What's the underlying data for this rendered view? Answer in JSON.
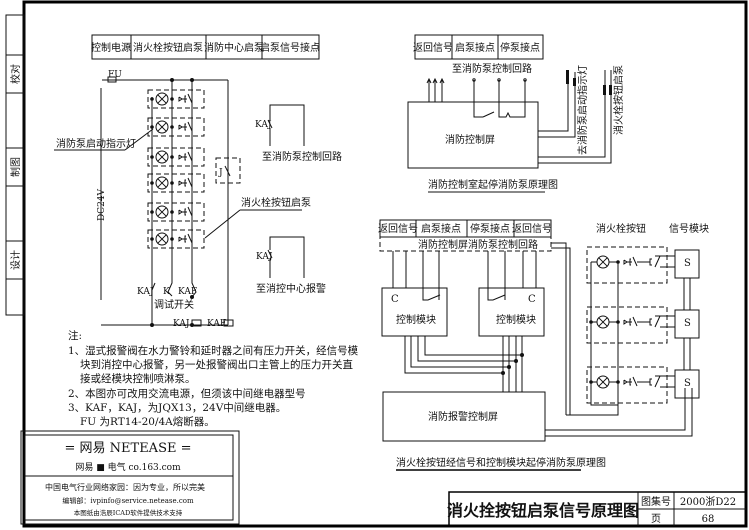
{
  "sidebar": {
    "labels": [
      "校对",
      "制图",
      "设计"
    ]
  },
  "left_diagram": {
    "header_cells": [
      "控制电源",
      "消火栓按钮启泵",
      "消防中心启泵",
      "启泵信号接点"
    ],
    "fuse_label": "FU",
    "voltage_label": "DC24V",
    "indicator_label": "消防泵启动指示灯",
    "button_label": "消火栓按钮启泵",
    "relay_j_label": "J",
    "kaj_contact_1": "KAJ",
    "to_pump_circuit": "至消防泵控制回路",
    "kaj_contact_2": "KAJ",
    "to_center_alarm": "至消控中心报警",
    "bottom_contacts": {
      "kaj": "KAJ",
      "k": "K",
      "kaf": "KAF"
    },
    "test_switch": "调试开关",
    "coil_kaj": "KAJ",
    "coil_kaf": "KAF",
    "button_rows": 6
  },
  "notes": {
    "heading": "注:",
    "lines": [
      "1、湿式报警阀在水力警铃和延时器之间有压力开关，经信号模",
      "   块到消控中心报警，另一处报警阀出口主管上的压力开关直",
      "   接或经模块控制喷淋泵。",
      "2、本图亦可改用交流电源，但须该中间继电器型号",
      "3、KAF，KAJ，为JQX13，24V中间继电器。",
      "   FU 为RT14-20/4A熔断器。"
    ]
  },
  "netease_box": {
    "title": "= 网易   NETEASE =",
    "subtitle": "网易 ■ 电气    co.163.com",
    "line1": "中国电气行业网络家园：因为专业，所以完美",
    "line2": "编辑部：ivpinfo@service.netease.com",
    "line3": "本图纸由浩辰ICAD软件提供技术支持"
  },
  "top_right_diagram": {
    "header_cells": [
      "返回信号",
      "启泵接点",
      "停泵接点"
    ],
    "sub_label": "至消防泵控制回路",
    "panel_label": "消防控制屏",
    "vertical_label_1": "去消防泵启动指示灯",
    "vertical_label_2": "消火栓按钮启泵",
    "caption": "消防控制室起停消防泵原理图"
  },
  "bottom_right_diagram": {
    "header_cells": [
      "返回信号",
      "启泵接点",
      "停泵接点",
      "返回信号"
    ],
    "loop_label": "消防控制屏消防泵控制回路",
    "module_c": "C",
    "module_label": "控制模块",
    "hydrant_button_heading": "消火栓按钮",
    "signal_module_heading": "信号模块",
    "signal_module_letter": "S",
    "alarm_panel_label": "消防报警控制屏",
    "caption": "消火栓按钮经信号和控制模块起停消防泵原理图",
    "hydrant_rows": 3
  },
  "title_block": {
    "title": "消火拴按钮启泵信号原理图",
    "atlas_label": "图集号",
    "atlas_value": "2000浙D22",
    "page_label": "页",
    "page_value": "68"
  }
}
